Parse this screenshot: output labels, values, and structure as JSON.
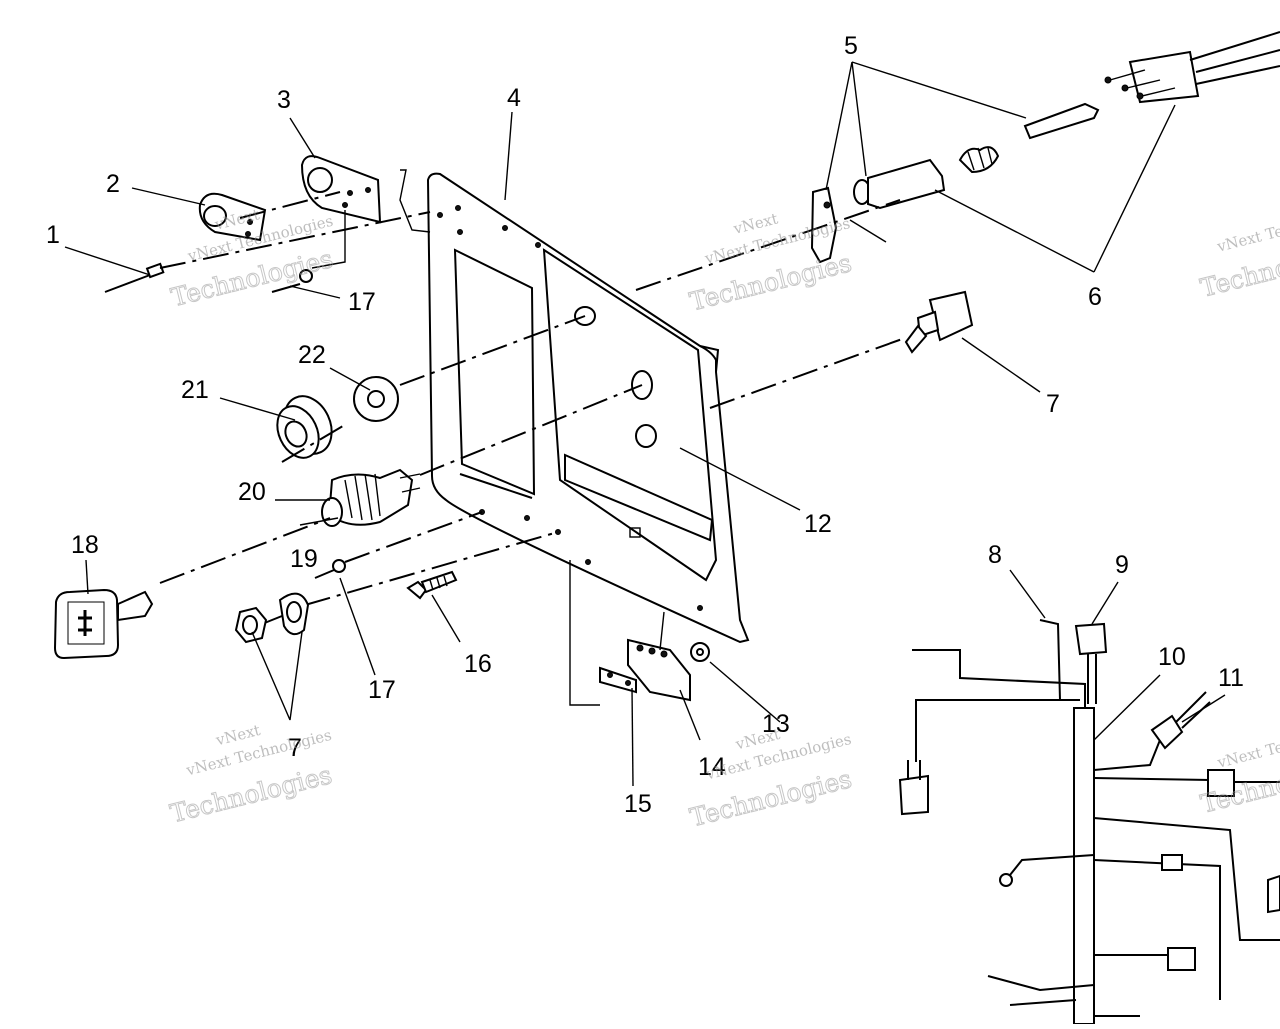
{
  "callouts": [
    "1",
    "2",
    "3",
    "4",
    "5",
    "6",
    "7",
    "8",
    "9",
    "10",
    "11",
    "12",
    "13",
    "14",
    "15",
    "16",
    "17",
    "17",
    "18",
    "19",
    "20",
    "21",
    "22",
    "7"
  ],
  "watermark": {
    "line1": "vNext Technologies",
    "line2": "Technologies",
    "line3": "vNext"
  }
}
